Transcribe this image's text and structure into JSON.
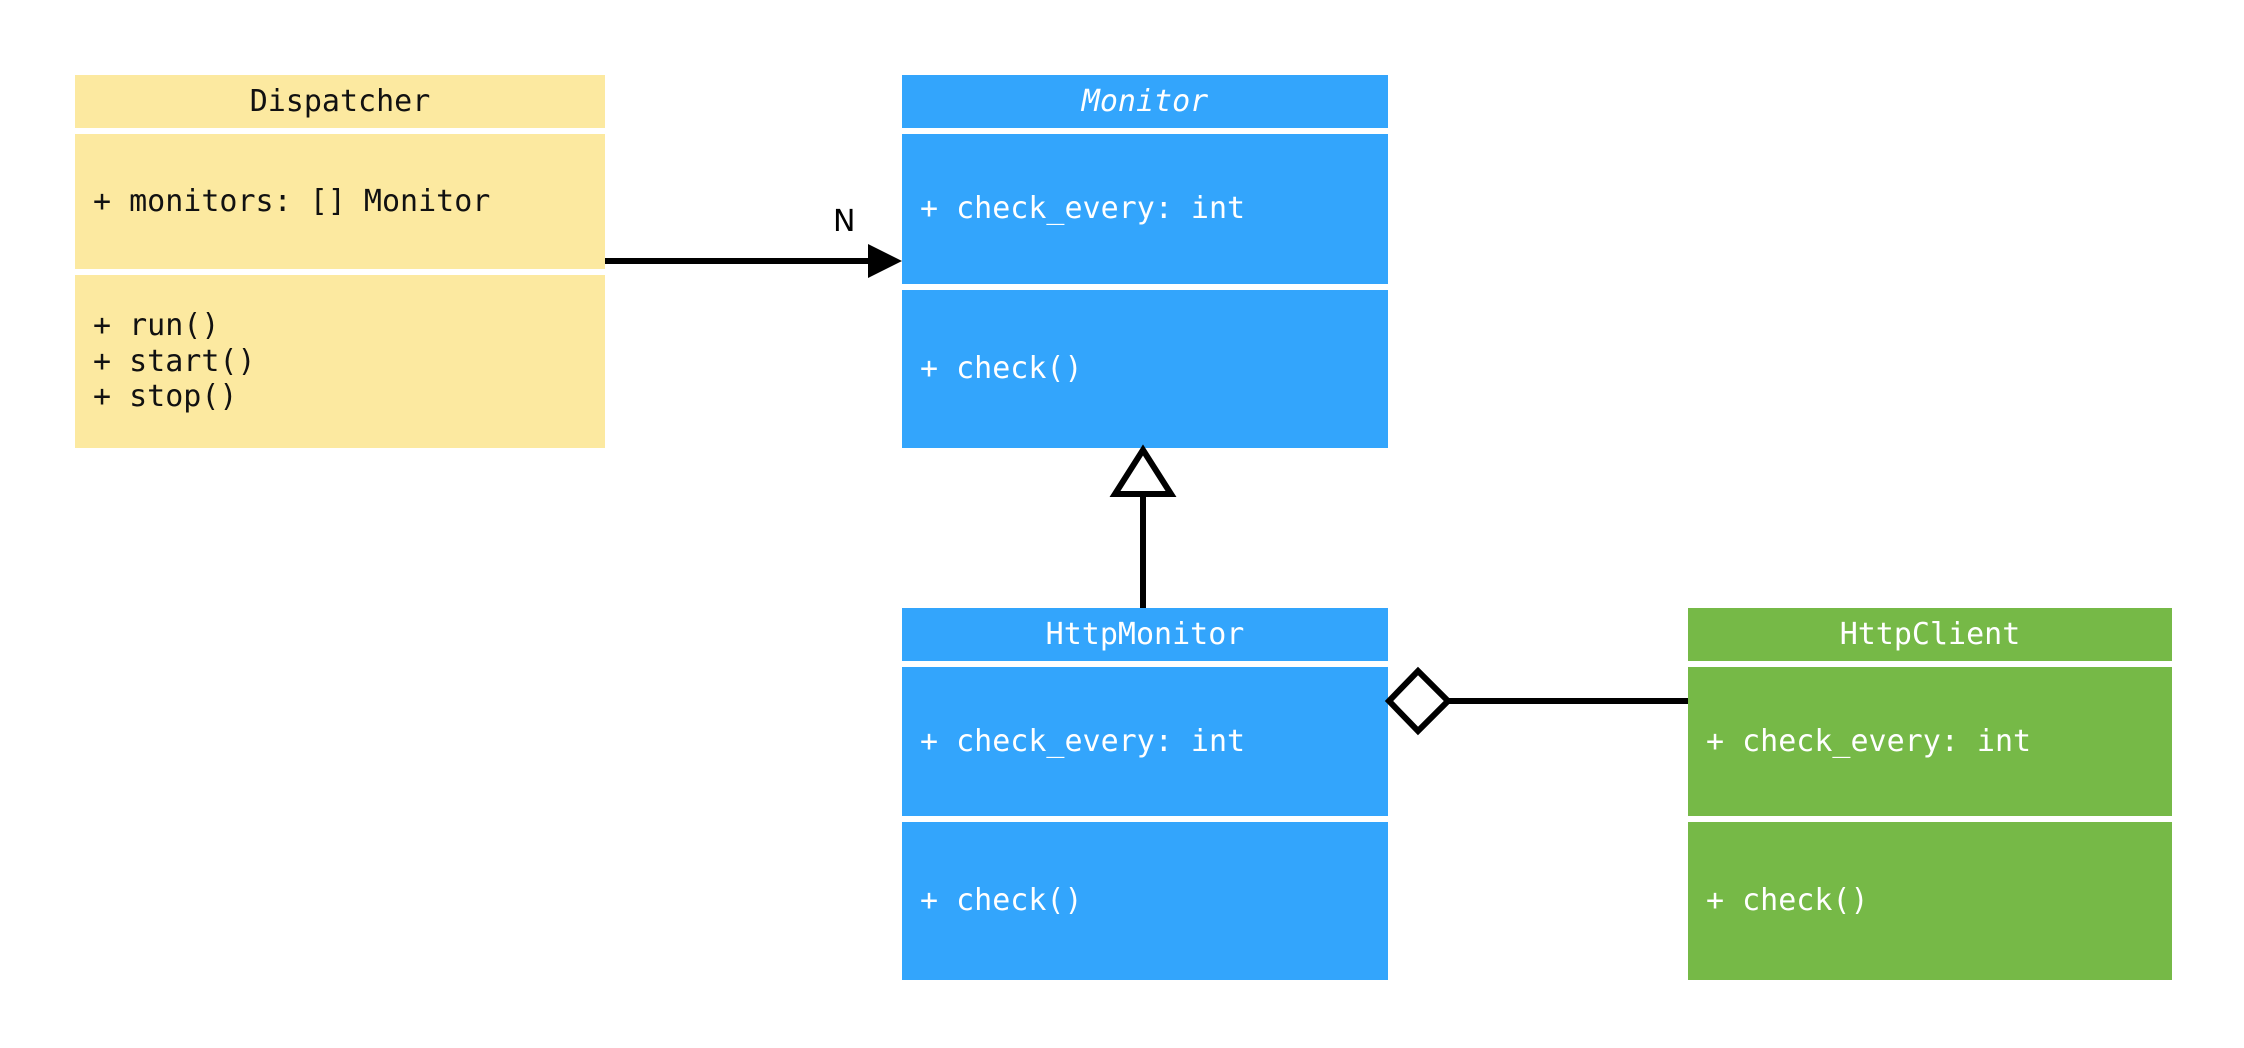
{
  "diagram": {
    "type": "uml-class-diagram",
    "background": "#ffffff",
    "palette": {
      "yellow": "#fce9a0",
      "blue": "#33a5fc",
      "green": "#76b947",
      "line": "#000000",
      "light_text": "#ffffff",
      "dark_text": "#111111"
    }
  },
  "classes": {
    "dispatcher": {
      "name": "Dispatcher",
      "stereotype": "concrete",
      "color": "#fce9a0",
      "attributes": [
        "+ monitors: [] Monitor"
      ],
      "methods": [
        "+ run()",
        "+ start()",
        "+ stop()"
      ]
    },
    "monitor": {
      "name": "Monitor",
      "stereotype": "abstract",
      "color": "#33a5fc",
      "attributes": [
        "+ check_every: int"
      ],
      "methods": [
        "+ check()"
      ]
    },
    "http_monitor": {
      "name": "HttpMonitor",
      "stereotype": "concrete",
      "color": "#33a5fc",
      "attributes": [
        "+ check_every: int"
      ],
      "methods": [
        "+ check()"
      ]
    },
    "http_client": {
      "name": "HttpClient",
      "stereotype": "concrete",
      "color": "#76b947",
      "attributes": [
        "+ check_every: int"
      ],
      "methods": [
        "+ check()"
      ]
    }
  },
  "relationships": {
    "dispatcher_to_monitor": {
      "kind": "association",
      "arrow": "solid-filled-arrow",
      "from": "Dispatcher",
      "to": "Monitor",
      "multiplicity_label": "N"
    },
    "http_monitor_to_monitor": {
      "kind": "generalization",
      "arrow": "hollow-triangle",
      "from": "HttpMonitor",
      "to": "Monitor",
      "multiplicity_label": ""
    },
    "http_monitor_to_http_client": {
      "kind": "aggregation",
      "arrow": "hollow-diamond",
      "from": "HttpMonitor",
      "to": "HttpClient",
      "multiplicity_label": ""
    }
  }
}
